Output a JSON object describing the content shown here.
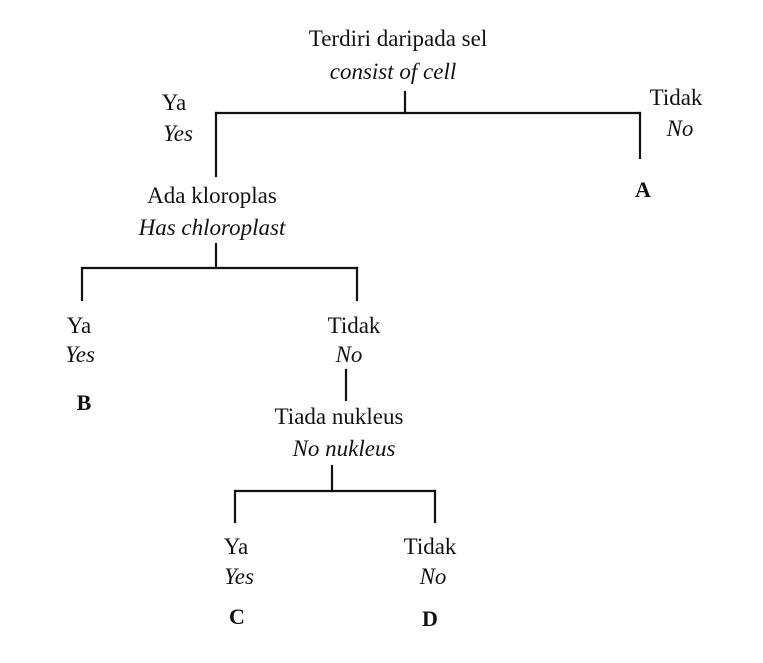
{
  "root": {
    "label_ms": "Terdiri daripada sel",
    "label_en": "consist of cell"
  },
  "level1": {
    "yes_ms": "Ya",
    "yes_en": "Yes",
    "no_ms": "Tidak",
    "no_en": "No",
    "no_result": "A"
  },
  "node2": {
    "label_ms": "Ada kloroplas",
    "label_en": "Has chloroplast"
  },
  "level2": {
    "yes_ms": "Ya",
    "yes_en": "Yes",
    "yes_result": "B",
    "no_ms": "Tidak",
    "no_en": "No"
  },
  "node3": {
    "label_ms": "Tiada nukleus",
    "label_en": "No nukleus"
  },
  "level3": {
    "yes_ms": "Ya",
    "yes_en": "Yes",
    "yes_result": "C",
    "no_ms": "Tidak",
    "no_en": "No",
    "no_result": "D"
  }
}
